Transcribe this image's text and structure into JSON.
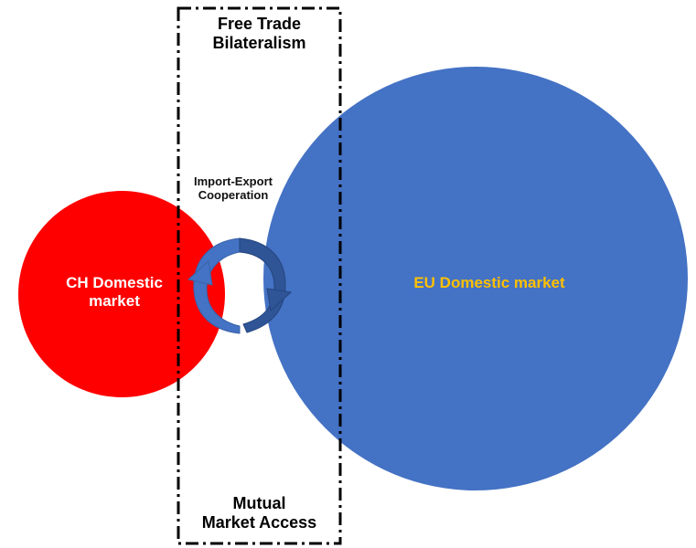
{
  "frame": {
    "top_line1": "Free Trade",
    "top_line2": "Bilateralism",
    "bottom_line1": "Mutual",
    "bottom_line2": "Market Access"
  },
  "cycle": {
    "line1": "Import-Export",
    "line2": "Cooperation"
  },
  "ch_market": {
    "line1": "CH Domestic",
    "line2": "market",
    "fill": "#ff0000"
  },
  "eu_market": {
    "label": "EU Domestic market",
    "fill": "#4472c4",
    "label_color": "#ffc000"
  },
  "arrow_color": "#4472c4"
}
